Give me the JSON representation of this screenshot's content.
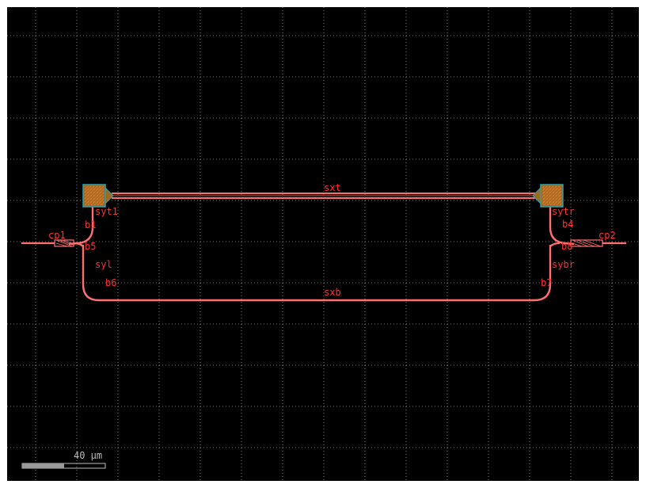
{
  "view": {
    "background_color": "#000000",
    "grid_color": "#9a9a9a",
    "waveguide_color": "#ff6f6f",
    "label_color": "#ff3030",
    "pad_fill_color": "#a06a1e",
    "pad_border_color": "#2fa0b0"
  },
  "labels": {
    "sxt": "sxt",
    "sxb": "sxb",
    "syt1": "syt1",
    "sytr": "sytr",
    "syl": "syl",
    "sybr": "sybr",
    "b1": "b1",
    "b4": "b4",
    "b5": "b5",
    "b6": "b6",
    "b7": "b7",
    "b8": "b8",
    "cp1": "cp1",
    "cp2": "cp2"
  },
  "scale_bar": {
    "label": "40 µm"
  }
}
